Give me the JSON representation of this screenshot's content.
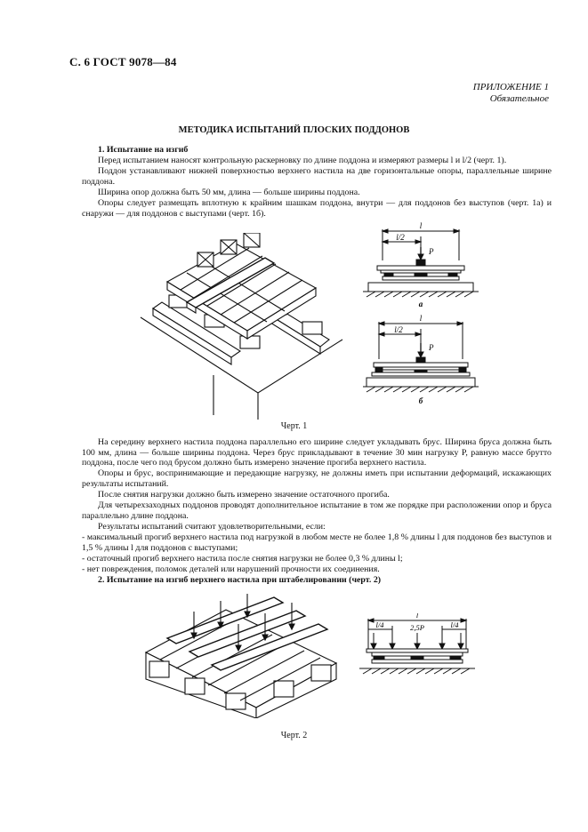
{
  "header": {
    "page_ref": "С. 6 ГОСТ 9078—84"
  },
  "appendix": {
    "label": "ПРИЛОЖЕНИЕ 1",
    "status": "Обязательное"
  },
  "title": "МЕТОДИКА ИСПЫТАНИЙ ПЛОСКИХ ПОДДОНОВ",
  "section1": {
    "heading": "1. Испытание на изгиб",
    "p1": "Перед испытанием наносят контрольную раскерновку по длине поддона и измеряют размеры l и l/2 (черт. 1).",
    "p2": "Поддон устанавливают нижней поверхностью верхнего настила на две горизонтальные опоры, параллельные ширине поддона.",
    "p3": "Ширина опор должна быть 50 мм, длина — больше ширины поддона.",
    "p4": "Опоры следует размещать вплотную к крайним шашкам поддона, внутри — для поддонов без выступов (черт. 1а) и снаружи — для поддонов с выступами (черт. 1б)."
  },
  "figure1": {
    "caption": "Черт. 1",
    "label_a": "а",
    "label_b": "б",
    "dim_l": "l",
    "dim_half": "l/2",
    "load": "P"
  },
  "section1_cont": {
    "p5": "На середину верхнего настила поддона параллельно его ширине следует укладывать брус. Ширина бруса должна быть 100 мм, длина — больше ширины поддона. Через брус прикладывают в течение 30 мин нагрузку P, равную массе брутто поддона, после чего под брусом должно быть измерено значение прогиба верхнего настила.",
    "p6": "Опоры и брус, воспринимающие и передающие нагрузку, не должны иметь при испытании деформаций, искажающих результаты испытаний.",
    "p7": "После снятия нагрузки должно быть измерено значение остаточного прогиба.",
    "p8": "Для четырехзаходных поддонов проводят дополнительное испытание в том же порядке при расположении опор и бруса параллельно длине поддона.",
    "p9": "Результаты испытаний считают удовлетворительными, если:",
    "items": [
      "- максимальный прогиб верхнего настила под нагрузкой в любом месте не более 1,8 % длины l для поддонов без выступов и 1,5 % длины l для поддонов с выступами;",
      "- остаточный прогиб верхнего настила после снятия нагрузки не более 0,3 % длины l;",
      "- нет повреждения, поломок деталей или нарушений прочности их соединения."
    ]
  },
  "section2": {
    "heading": "2. Испытание на изгиб верхнего настила при штабелировании (черт. 2)"
  },
  "figure2": {
    "caption": "Черт. 2",
    "dim_l": "l",
    "dim_quarter": "l/4",
    "load": "2,5P"
  }
}
